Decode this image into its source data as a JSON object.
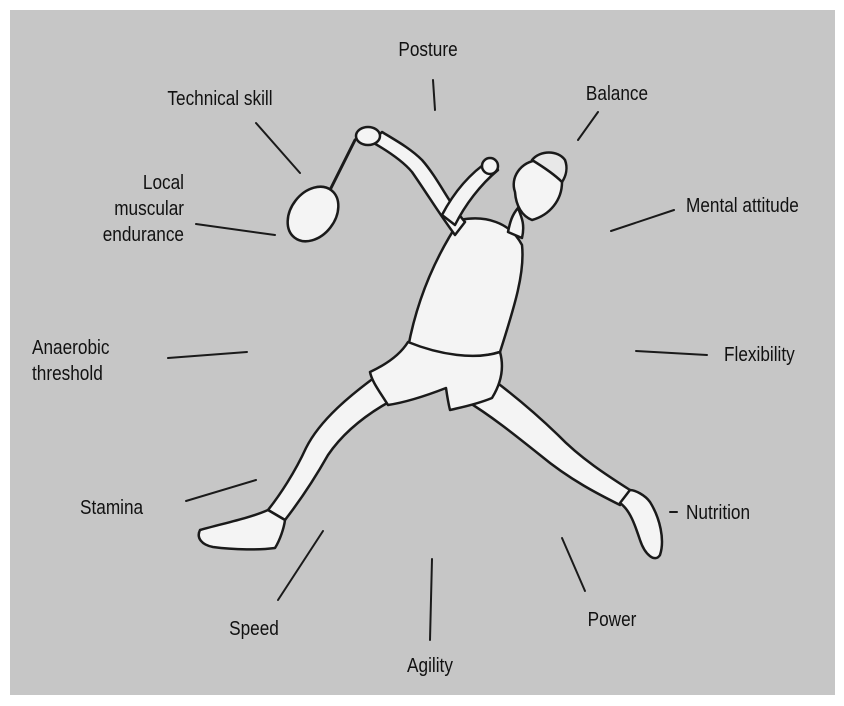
{
  "labels": {
    "posture": "Posture",
    "balance": "Balance",
    "technical_skill": "Technical skill",
    "local_muscular_endurance": [
      "Local",
      "muscular",
      "endurance"
    ],
    "mental_attitude": "Mental attitude",
    "anaerobic_threshold": [
      "Anaerobic",
      "threshold"
    ],
    "flexibility": "Flexibility",
    "stamina": "Stamina",
    "nutrition": "Nutrition",
    "speed": "Speed",
    "power": "Power",
    "agility": "Agility"
  },
  "colors": {
    "background": "#c6c6c6",
    "figure_fill": "#f4f4f4",
    "outline": "#1a1a1a",
    "text": "#111111"
  },
  "illustration": "badminton-player-smash"
}
